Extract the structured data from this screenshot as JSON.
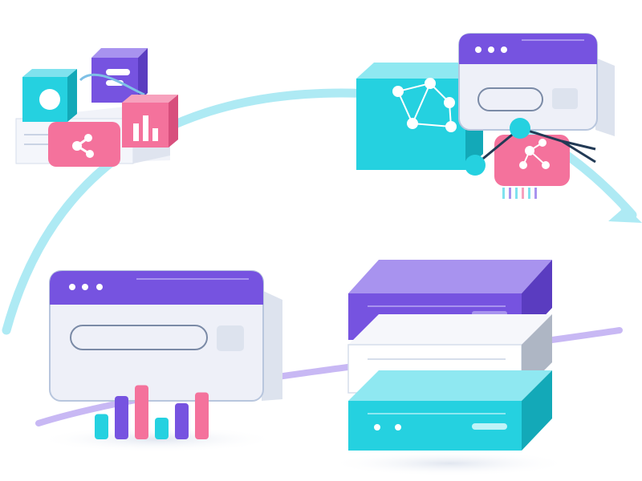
{
  "colors": {
    "purple": "#7653e0",
    "purple_light": "#a893ef",
    "purple_dark": "#5a3cc0",
    "cyan": "#25d1e0",
    "cyan_dark": "#13a9b8",
    "cyan_light": "#8fe8f1",
    "pink": "#f4729c",
    "pink_dark": "#d84f7d",
    "window_body": "#eef0f8",
    "window_border": "#b8c6dd",
    "arc_cyan": "#aeeaf4",
    "arc_purple": "#c8b8f4",
    "navy": "#223a55"
  },
  "icons": {
    "top_left_group": [
      "avatar-cube-icon",
      "list-cube-icon",
      "share-node-icon",
      "bar-chart-cube-icon"
    ],
    "top_right_group": [
      "network-cube-icon",
      "browser-window-icon",
      "chip-icon"
    ],
    "bottom_left_group": [
      "browser-window-icon",
      "bar-chart-icon"
    ],
    "bottom_right_group": [
      "server-stack-icon"
    ]
  },
  "bar_chart_levels": [
    0.35,
    0.6,
    0.75,
    0.3,
    0.5,
    0.65
  ]
}
